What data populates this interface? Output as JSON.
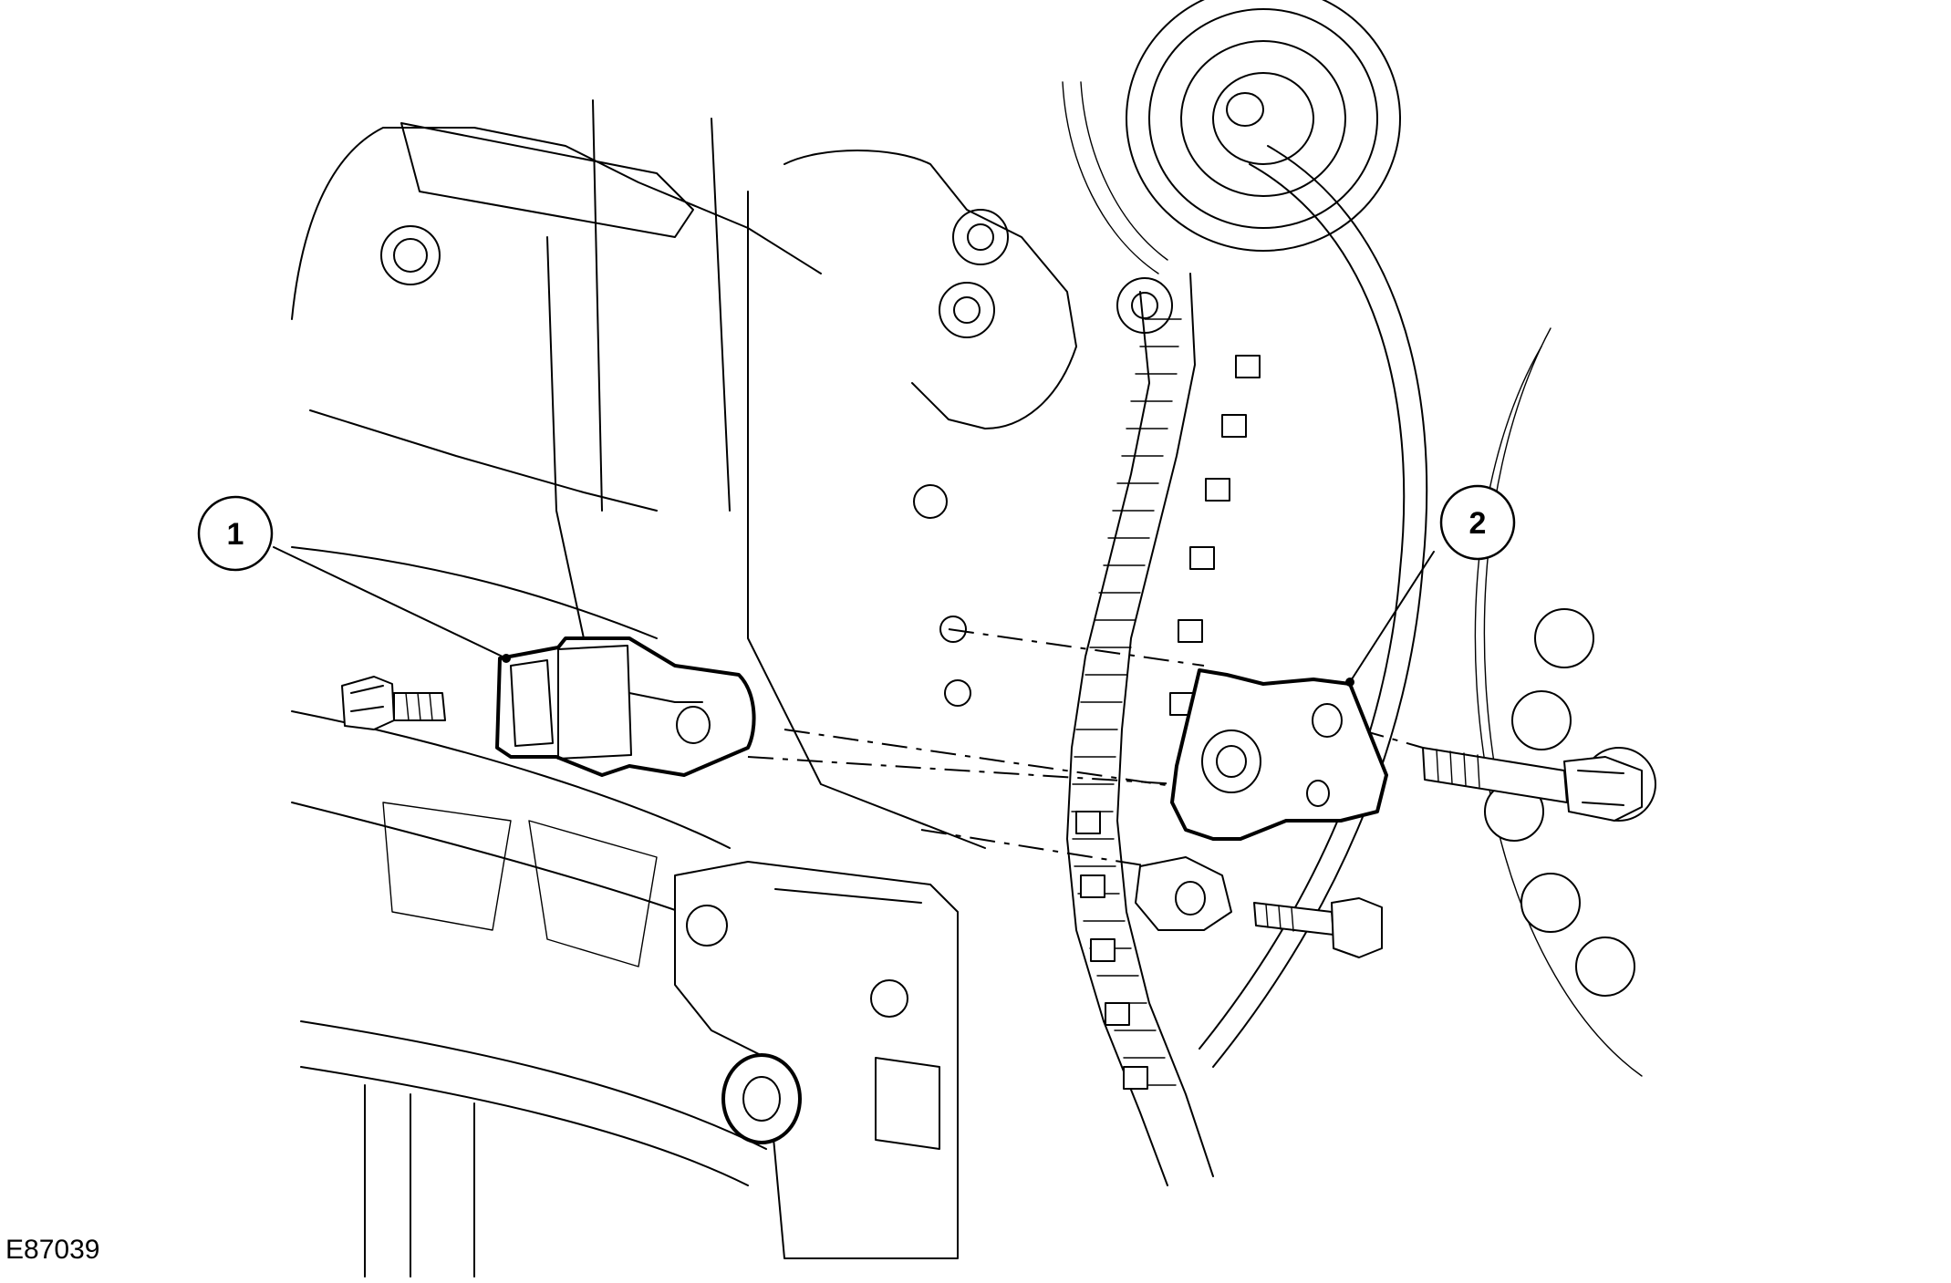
{
  "callouts": [
    {
      "number": "1"
    },
    {
      "number": "2"
    }
  ],
  "figure_id": "E87039"
}
